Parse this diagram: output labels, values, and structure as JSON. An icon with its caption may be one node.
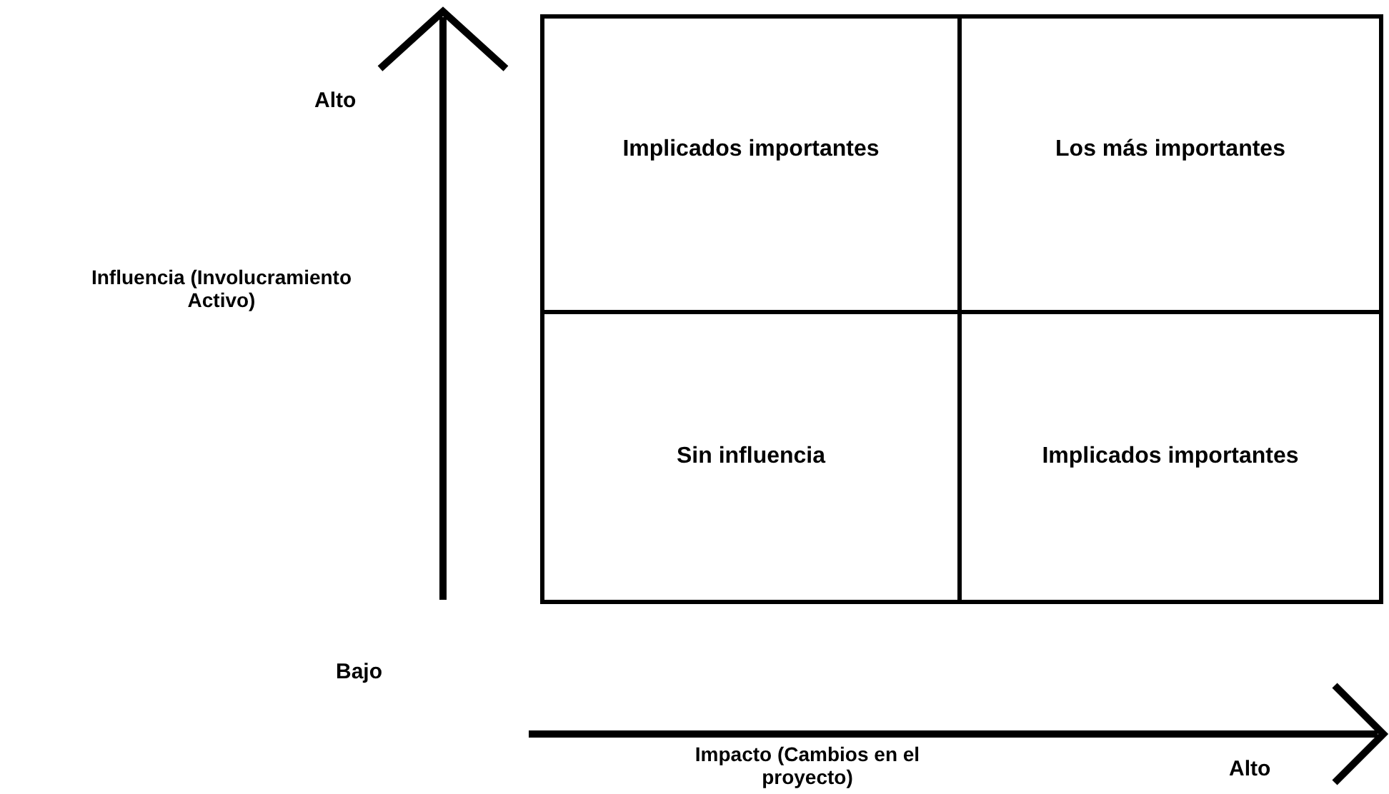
{
  "diagram": {
    "nodes": [
      {
        "text": [
          "Implicados importantes"
        ]
      },
      {
        "text": [
          "Los más importantes"
        ]
      },
      {
        "text": [
          "Sin influencia"
        ]
      },
      {
        "text": [
          "Implicados importantes"
        ]
      }
    ],
    "labels": [
      "Alto",
      "Influencia (Involucramiento Activo)",
      "Bajo",
      "Alto",
      "Impacto (Cambios en el proyecto)"
    ]
  }
}
